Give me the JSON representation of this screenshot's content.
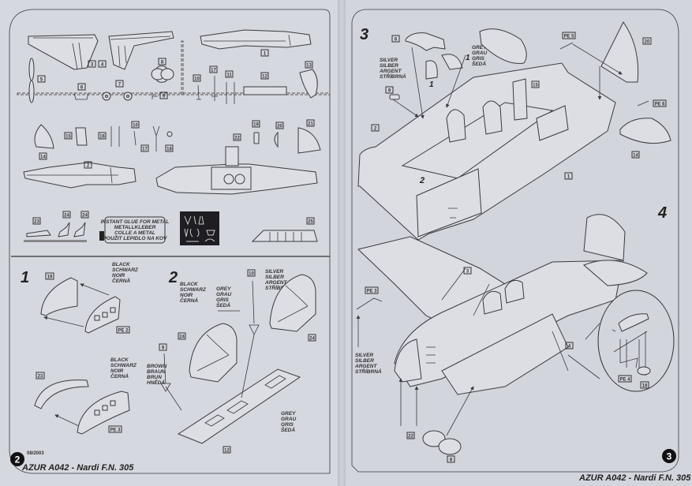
{
  "document": {
    "title": "AZUR A042 - Nardi F.N. 305",
    "date": "08/2003",
    "pages": [
      {
        "number": "2",
        "footer": "AZUR A042 - Nardi F.N. 305"
      },
      {
        "number": "3",
        "footer": "AZUR A042 - Nardi F.N. 305"
      }
    ]
  },
  "parts_sheet": {
    "part_numbers": [
      "1",
      "2",
      "3",
      "4",
      "5",
      "6",
      "7",
      "8",
      "9",
      "10",
      "11",
      "12",
      "13",
      "14",
      "15",
      "16",
      "17",
      "18",
      "19",
      "20",
      "21",
      "22",
      "23",
      "24",
      "25"
    ],
    "glue_notice": [
      "INSTANT GLUE FOR METAL",
      "METALLKLEBER",
      "COLLE A METAL",
      "POUŽIT LEPIDLO NA KOV"
    ],
    "glue_icon": "exclamation-icon",
    "photoetch_label": "PE"
  },
  "colors": {
    "black": [
      "BLACK",
      "SCHWARZ",
      "NOIR",
      "ČERNÁ"
    ],
    "silver": [
      "SILVER",
      "SILBER",
      "ARGENT",
      "STŘÍBRNÁ"
    ],
    "grey": [
      "GREY",
      "GRAU",
      "GRIS",
      "ŠEDÁ"
    ],
    "brown": [
      "BROWN",
      "BRAUN",
      "BRUN",
      "HNĚDÁ"
    ]
  },
  "steps": [
    {
      "number": "1",
      "parts": [
        "19",
        "PE 2"
      ],
      "color_callouts": [
        "black"
      ]
    },
    {
      "number": "2",
      "parts": [
        "10",
        "9",
        "24",
        "24",
        "12"
      ],
      "color_callouts": [
        "black",
        "silver",
        "grey",
        "brown",
        "grey"
      ]
    },
    {
      "number": "3",
      "parts": [
        "6",
        "9",
        "2",
        "15",
        "1",
        "PE 5",
        "PE 6",
        "20",
        "14"
      ],
      "sub_labels": [
        "1",
        "1",
        "2"
      ],
      "color_callouts": [
        "silver",
        "grey"
      ]
    },
    {
      "number": "4",
      "parts": [
        "3",
        "4",
        "PE 3",
        "22",
        "8",
        "PE 4",
        "18"
      ],
      "color_callouts": [
        "silver"
      ]
    }
  ]
}
